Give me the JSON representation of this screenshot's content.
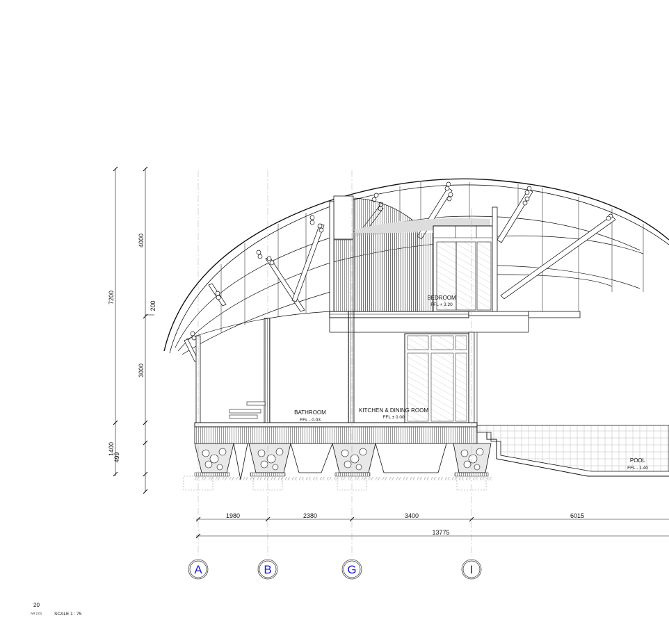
{
  "vertical_dimensions": {
    "overall": "7200",
    "upper": "4000",
    "slab": "200",
    "lower": "3000",
    "base": "1400",
    "footing": "499"
  },
  "horizontal_dimensions": {
    "spans": [
      "1980",
      "2380",
      "3400",
      "6015"
    ],
    "total": "13775"
  },
  "rooms": {
    "bedroom": {
      "name": "BEDROOM",
      "level": "FFL + 3.20"
    },
    "bathroom": {
      "name": "BATHROOM",
      "level": "FFL - 0.03"
    },
    "kitchen": {
      "name": "KITCHEN & DINING ROOM",
      "level": "FFL ± 0.00"
    },
    "pool": {
      "name": "POOL",
      "level": "FFL - 1.40"
    }
  },
  "grid_lines": [
    "A",
    "B",
    "G",
    "I"
  ],
  "title_block": {
    "number": "20",
    "sheet": "AR 2.01",
    "scale": "SCALE 1 : 75"
  },
  "colors": {
    "linework": "#111111",
    "grid_bubble": "#1a1ad6",
    "hatch": "#888888"
  }
}
